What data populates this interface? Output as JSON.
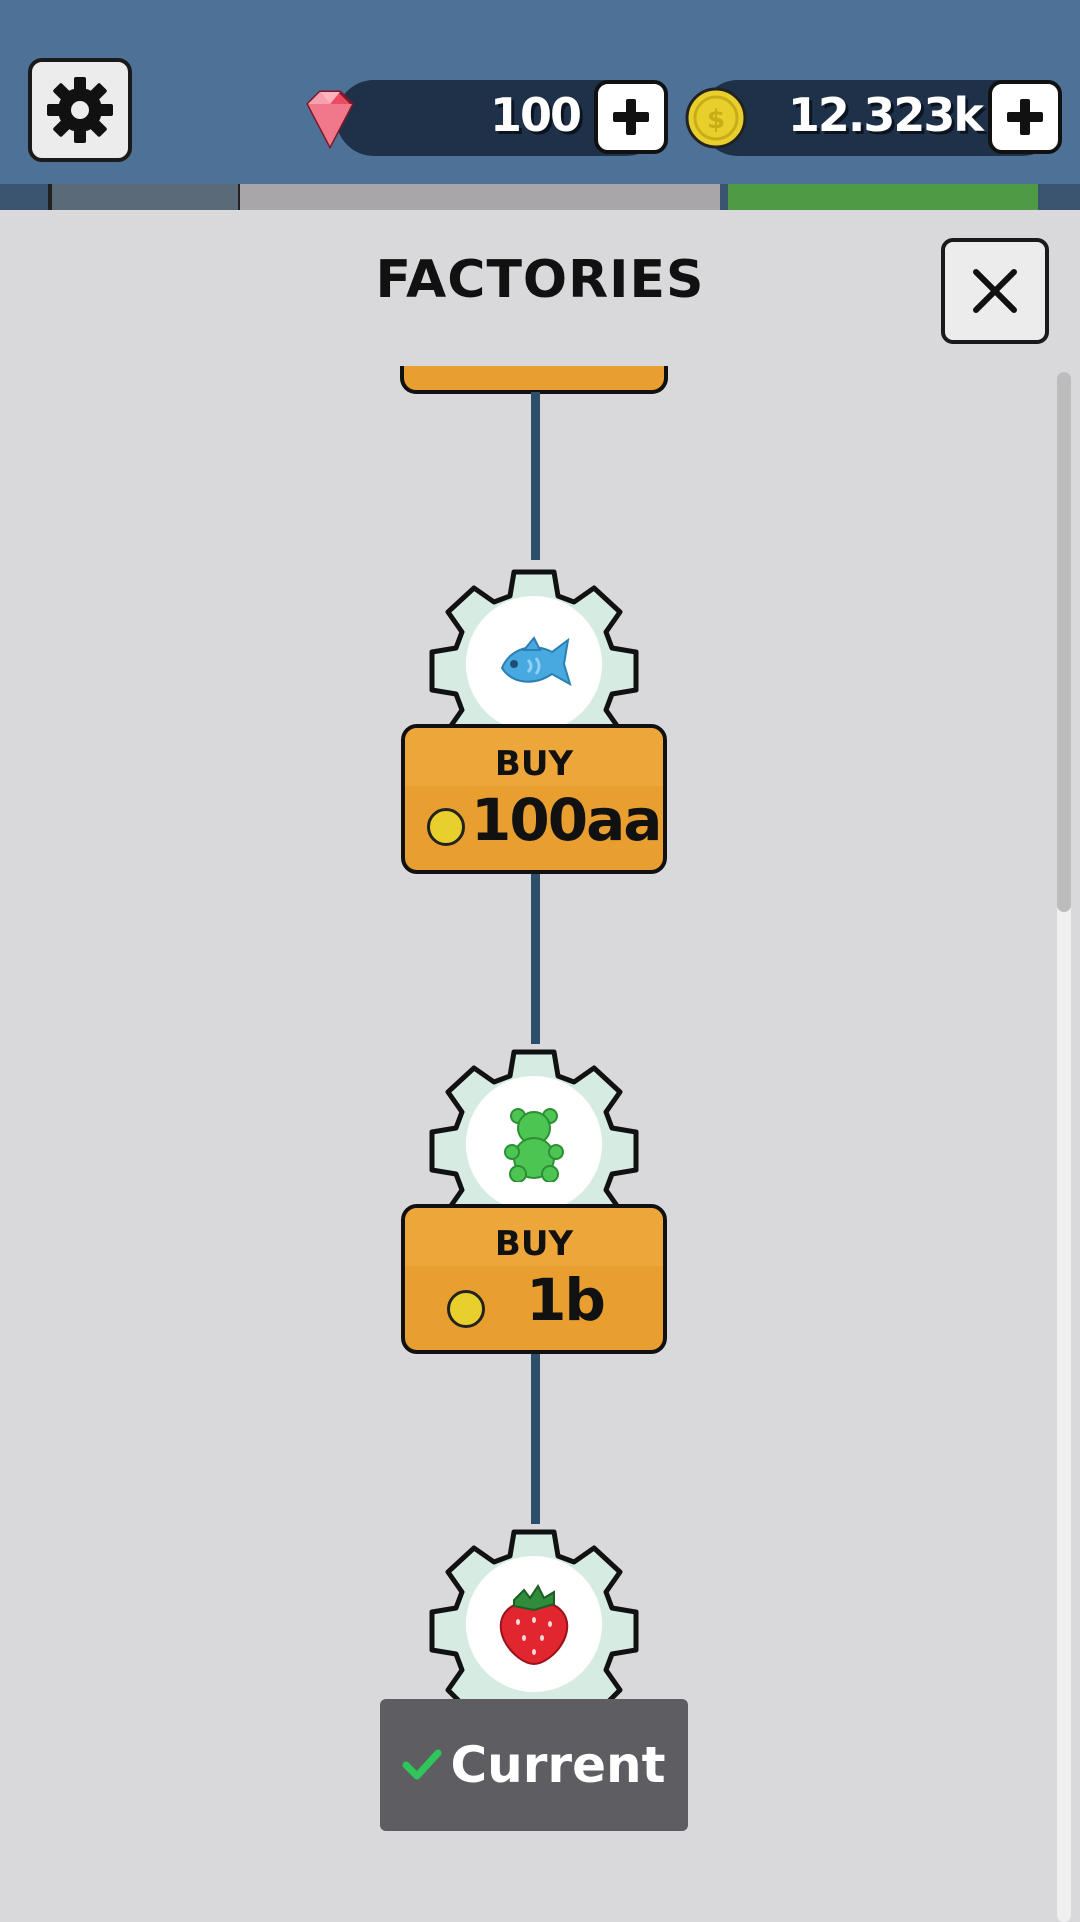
{
  "hud": {
    "gems": "100",
    "coins": "12.323k"
  },
  "panel": {
    "title": "FACTORIES"
  },
  "factories": [
    {
      "icon": "fish-candy-icon",
      "label": "BUY",
      "price": "100aa"
    },
    {
      "icon": "gummy-bear-icon",
      "label": "BUY",
      "price": "1b"
    },
    {
      "icon": "strawberry-icon",
      "status": "Current"
    }
  ],
  "colors": {
    "hud_bg": "#4e7297",
    "panel_bg": "#d9d8da",
    "card": "#e89f2f",
    "connector": "#2c4e6b",
    "current_btn": "#5e5d62",
    "check": "#2ec55a"
  }
}
